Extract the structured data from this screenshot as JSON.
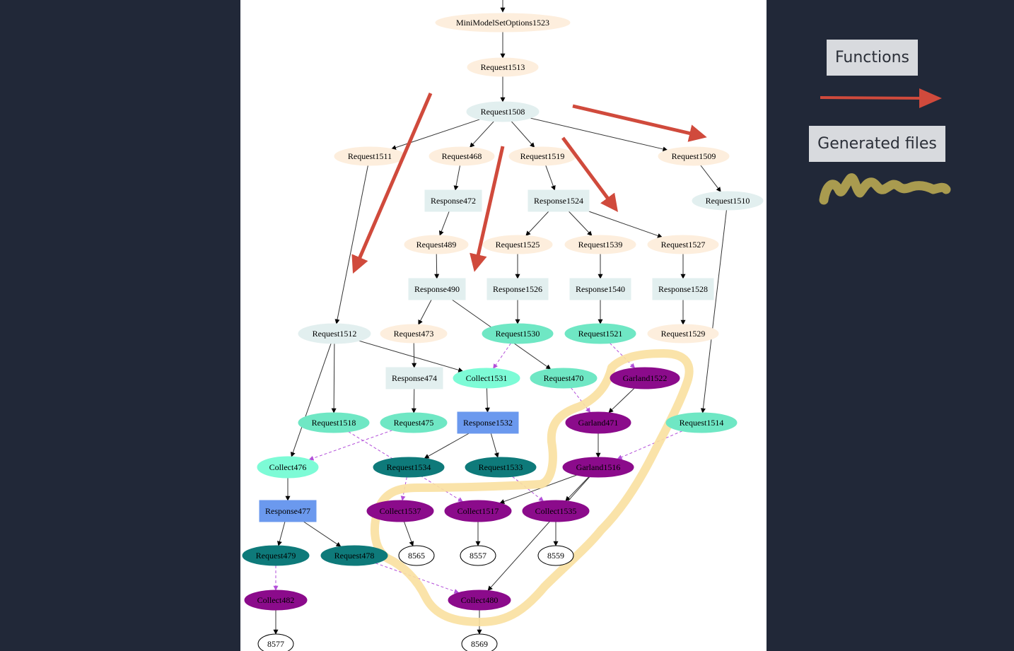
{
  "legend": {
    "functions_label": "Functions",
    "generated_files_label": "Generated files",
    "arrow_color": "#d04a3c",
    "highlight_color": "#f9e0a0",
    "marker_color": "#a99b4f"
  },
  "colors": {
    "background": "#212838",
    "panel": "#ffffff",
    "request_pending": "#fdeedd",
    "request_root": "#e2efef",
    "response": "#e2efef",
    "active": "#6fe7c4",
    "collect_active": "#7dfbd6",
    "response_blue": "#6b99ee",
    "teal": "#0e7a7a",
    "purple": "#8b0b8b",
    "dashed_edge": "#b34fd9"
  },
  "nodes": [
    {
      "id": "MiniModelSetOptions1523",
      "label": "MiniModelSetOptions1523",
      "shape": "ellipse",
      "style": "request_pending"
    },
    {
      "id": "Request1513",
      "label": "Request1513",
      "shape": "ellipse",
      "style": "request_pending"
    },
    {
      "id": "Request1508",
      "label": "Request1508",
      "shape": "ellipse",
      "style": "request_root"
    },
    {
      "id": "Request1511",
      "label": "Request1511",
      "shape": "ellipse",
      "style": "request_pending"
    },
    {
      "id": "Request468",
      "label": "Request468",
      "shape": "ellipse",
      "style": "request_pending"
    },
    {
      "id": "Request1519",
      "label": "Request1519",
      "shape": "ellipse",
      "style": "request_pending"
    },
    {
      "id": "Request1509",
      "label": "Request1509",
      "shape": "ellipse",
      "style": "request_pending"
    },
    {
      "id": "Response472",
      "label": "Response472",
      "shape": "box",
      "style": "response"
    },
    {
      "id": "Response1524",
      "label": "Response1524",
      "shape": "box",
      "style": "response"
    },
    {
      "id": "Request1510",
      "label": "Request1510",
      "shape": "ellipse",
      "style": "request_root"
    },
    {
      "id": "Request489",
      "label": "Request489",
      "shape": "ellipse",
      "style": "request_pending"
    },
    {
      "id": "Request1525",
      "label": "Request1525",
      "shape": "ellipse",
      "style": "request_pending"
    },
    {
      "id": "Request1539",
      "label": "Request1539",
      "shape": "ellipse",
      "style": "request_pending"
    },
    {
      "id": "Request1527",
      "label": "Request1527",
      "shape": "ellipse",
      "style": "request_pending"
    },
    {
      "id": "Response490",
      "label": "Response490",
      "shape": "box",
      "style": "response"
    },
    {
      "id": "Response1526",
      "label": "Response1526",
      "shape": "box",
      "style": "response"
    },
    {
      "id": "Response1540",
      "label": "Response1540",
      "shape": "box",
      "style": "response"
    },
    {
      "id": "Response1528",
      "label": "Response1528",
      "shape": "box",
      "style": "response"
    },
    {
      "id": "Request1512",
      "label": "Request1512",
      "shape": "ellipse",
      "style": "request_root"
    },
    {
      "id": "Request473",
      "label": "Request473",
      "shape": "ellipse",
      "style": "request_pending"
    },
    {
      "id": "Request1530",
      "label": "Request1530",
      "shape": "ellipse",
      "style": "active"
    },
    {
      "id": "Request1521",
      "label": "Request1521",
      "shape": "ellipse",
      "style": "active"
    },
    {
      "id": "Request1529",
      "label": "Request1529",
      "shape": "ellipse",
      "style": "request_pending"
    },
    {
      "id": "Response474",
      "label": "Response474",
      "shape": "box",
      "style": "response"
    },
    {
      "id": "Collect1531",
      "label": "Collect1531",
      "shape": "ellipse",
      "style": "collect_active"
    },
    {
      "id": "Request470",
      "label": "Request470",
      "shape": "ellipse",
      "style": "active"
    },
    {
      "id": "Garland1522",
      "label": "Garland1522",
      "shape": "ellipse",
      "style": "purple"
    },
    {
      "id": "Request1518",
      "label": "Request1518",
      "shape": "ellipse",
      "style": "active"
    },
    {
      "id": "Request475",
      "label": "Request475",
      "shape": "ellipse",
      "style": "active"
    },
    {
      "id": "Response1532",
      "label": "Response1532",
      "shape": "box",
      "style": "response_blue"
    },
    {
      "id": "Garland471",
      "label": "Garland471",
      "shape": "ellipse",
      "style": "purple"
    },
    {
      "id": "Request1514",
      "label": "Request1514",
      "shape": "ellipse",
      "style": "active"
    },
    {
      "id": "Collect476",
      "label": "Collect476",
      "shape": "ellipse",
      "style": "collect_active"
    },
    {
      "id": "Request1534",
      "label": "Request1534",
      "shape": "ellipse",
      "style": "teal"
    },
    {
      "id": "Request1533",
      "label": "Request1533",
      "shape": "ellipse",
      "style": "teal"
    },
    {
      "id": "Garland1516",
      "label": "Garland1516",
      "shape": "ellipse",
      "style": "purple"
    },
    {
      "id": "Response477",
      "label": "Response477",
      "shape": "box",
      "style": "response_blue"
    },
    {
      "id": "Collect1537",
      "label": "Collect1537",
      "shape": "ellipse",
      "style": "purple"
    },
    {
      "id": "Collect1517",
      "label": "Collect1517",
      "shape": "ellipse",
      "style": "purple"
    },
    {
      "id": "Collect1535",
      "label": "Collect1535",
      "shape": "ellipse",
      "style": "purple"
    },
    {
      "id": "Request479",
      "label": "Request479",
      "shape": "ellipse",
      "style": "teal"
    },
    {
      "id": "Request478",
      "label": "Request478",
      "shape": "ellipse",
      "style": "teal"
    },
    {
      "id": "8565",
      "label": "8565",
      "shape": "ellipse",
      "style": "file"
    },
    {
      "id": "8557",
      "label": "8557",
      "shape": "ellipse",
      "style": "file"
    },
    {
      "id": "8559",
      "label": "8559",
      "shape": "ellipse",
      "style": "file"
    },
    {
      "id": "Collect482",
      "label": "Collect482",
      "shape": "ellipse",
      "style": "purple"
    },
    {
      "id": "Collect480",
      "label": "Collect480",
      "shape": "ellipse",
      "style": "purple"
    },
    {
      "id": "8577",
      "label": "8577",
      "shape": "ellipse",
      "style": "file"
    },
    {
      "id": "8569",
      "label": "8569",
      "shape": "ellipse",
      "style": "file"
    }
  ],
  "edges": [
    {
      "from": "MiniModelSetOptions1523",
      "to": "Request1513",
      "style": "solid"
    },
    {
      "from": "Request1513",
      "to": "Request1508",
      "style": "solid"
    },
    {
      "from": "Request1508",
      "to": "Request1511",
      "style": "solid"
    },
    {
      "from": "Request1508",
      "to": "Request468",
      "style": "solid"
    },
    {
      "from": "Request1508",
      "to": "Request1519",
      "style": "solid"
    },
    {
      "from": "Request1508",
      "to": "Request1509",
      "style": "solid"
    },
    {
      "from": "Request468",
      "to": "Response472",
      "style": "solid"
    },
    {
      "from": "Request1519",
      "to": "Response1524",
      "style": "solid"
    },
    {
      "from": "Request1509",
      "to": "Request1510",
      "style": "solid"
    },
    {
      "from": "Response472",
      "to": "Request489",
      "style": "solid"
    },
    {
      "from": "Response1524",
      "to": "Request1525",
      "style": "solid"
    },
    {
      "from": "Response1524",
      "to": "Request1539",
      "style": "solid"
    },
    {
      "from": "Response1524",
      "to": "Request1527",
      "style": "solid"
    },
    {
      "from": "Request489",
      "to": "Response490",
      "style": "solid"
    },
    {
      "from": "Request1525",
      "to": "Response1526",
      "style": "solid"
    },
    {
      "from": "Request1539",
      "to": "Response1540",
      "style": "solid"
    },
    {
      "from": "Request1527",
      "to": "Response1528",
      "style": "solid"
    },
    {
      "from": "Request1511",
      "to": "Request1512",
      "style": "solid"
    },
    {
      "from": "Response490",
      "to": "Request473",
      "style": "solid"
    },
    {
      "from": "Response490",
      "to": "Request470",
      "style": "solid"
    },
    {
      "from": "Response1526",
      "to": "Request1530",
      "style": "solid"
    },
    {
      "from": "Response1540",
      "to": "Request1521",
      "style": "solid"
    },
    {
      "from": "Response1528",
      "to": "Request1529",
      "style": "solid"
    },
    {
      "from": "Request1512",
      "to": "Collect1531",
      "style": "solid"
    },
    {
      "from": "Request1512",
      "to": "Request1518",
      "style": "solid"
    },
    {
      "from": "Request1512",
      "to": "Collect476",
      "style": "solid"
    },
    {
      "from": "Request473",
      "to": "Response474",
      "style": "solid"
    },
    {
      "from": "Request1530",
      "to": "Collect1531",
      "style": "dashed"
    },
    {
      "from": "Request1521",
      "to": "Garland1522",
      "style": "dashed"
    },
    {
      "from": "Response474",
      "to": "Request475",
      "style": "solid"
    },
    {
      "from": "Collect1531",
      "to": "Response1532",
      "style": "solid"
    },
    {
      "from": "Request470",
      "to": "Garland471",
      "style": "dashed"
    },
    {
      "from": "Garland1522",
      "to": "Garland471",
      "style": "solid"
    },
    {
      "from": "Request1510",
      "to": "Request1514",
      "style": "solid"
    },
    {
      "from": "Request475",
      "to": "Collect476",
      "style": "dashed"
    },
    {
      "from": "Response1532",
      "to": "Request1534",
      "style": "solid"
    },
    {
      "from": "Response1532",
      "to": "Request1533",
      "style": "solid"
    },
    {
      "from": "Garland471",
      "to": "Garland1516",
      "style": "solid"
    },
    {
      "from": "Request1514",
      "to": "Garland1516",
      "style": "dashed"
    },
    {
      "from": "Collect476",
      "to": "Response477",
      "style": "solid"
    },
    {
      "from": "Request1534",
      "to": "Collect1537",
      "style": "dashed"
    },
    {
      "from": "Request1518",
      "to": "Collect1517",
      "style": "dashed"
    },
    {
      "from": "Garland1516",
      "to": "Collect1517",
      "style": "solid"
    },
    {
      "from": "Garland1516",
      "to": "Collect1535",
      "style": "solid"
    },
    {
      "from": "Request1533",
      "to": "Collect1535",
      "style": "dashed"
    },
    {
      "from": "Garland1516",
      "to": "Collect480",
      "style": "solid"
    },
    {
      "from": "Response477",
      "to": "Request479",
      "style": "solid"
    },
    {
      "from": "Response477",
      "to": "Request478",
      "style": "solid"
    },
    {
      "from": "Collect1537",
      "to": "8565",
      "style": "solid"
    },
    {
      "from": "Collect1517",
      "to": "8557",
      "style": "solid"
    },
    {
      "from": "Collect1535",
      "to": "8559",
      "style": "solid"
    },
    {
      "from": "Request479",
      "to": "Collect482",
      "style": "dashed"
    },
    {
      "from": "Request478",
      "to": "Collect480",
      "style": "dashed"
    },
    {
      "from": "Collect482",
      "to": "8577",
      "style": "solid"
    },
    {
      "from": "Collect480",
      "to": "8569",
      "style": "solid"
    }
  ]
}
